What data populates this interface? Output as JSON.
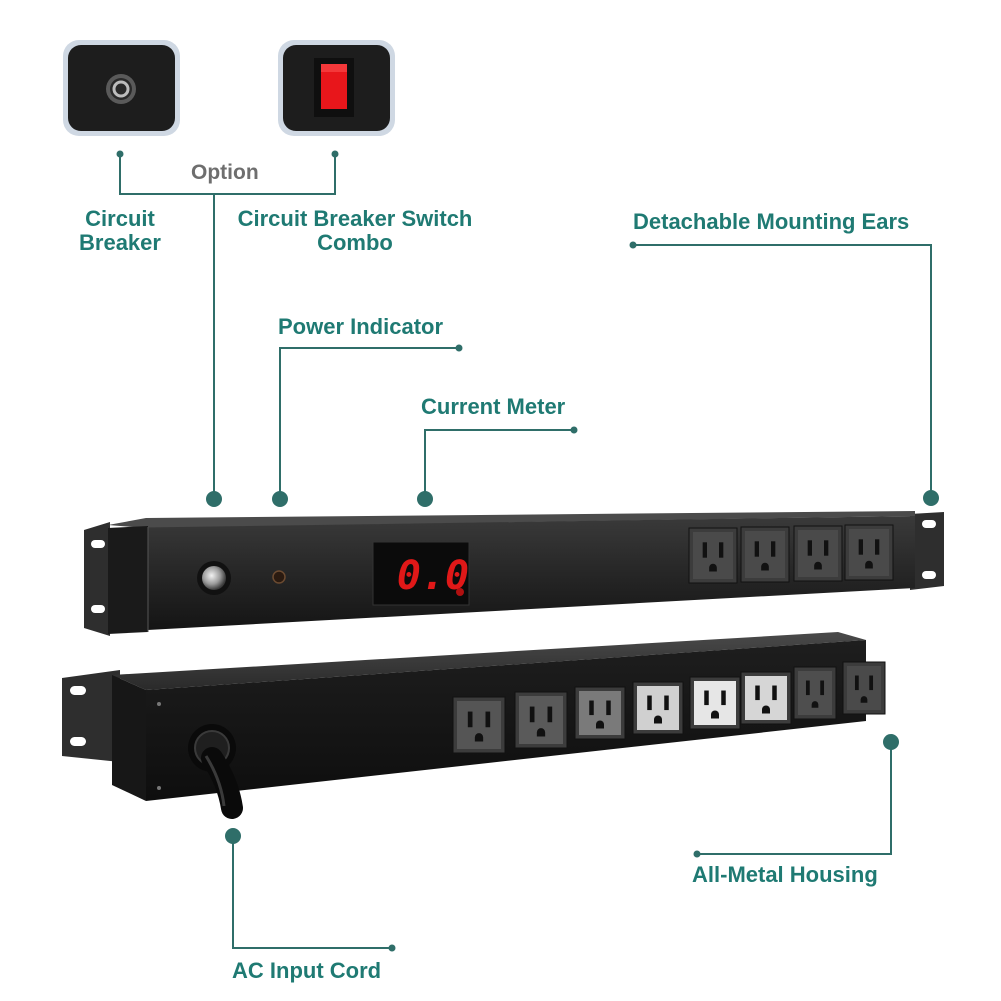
{
  "option_label": "Option",
  "callouts": {
    "circuit_breaker": [
      "Circuit",
      "Breaker"
    ],
    "circuit_breaker_switch_combo": [
      "Circuit Breaker Switch",
      "Combo"
    ],
    "detachable_mounting_ears": "Detachable Mounting Ears",
    "power_indicator": "Power Indicator",
    "current_meter": "Current Meter",
    "all_metal_housing": "All-Metal Housing",
    "ac_input_cord": "AC Input Cord"
  },
  "meter_reading": "0.0",
  "front_outlet_count": 4,
  "rear_outlet_count": 8,
  "colors": {
    "label_teal": "#1f7a73",
    "leader_line": "#2f6e69",
    "housing_black": "#1c1c1c",
    "meter_red": "#e01818",
    "switch_red": "#e8161b",
    "outlet_face": "#d9d9d9"
  }
}
